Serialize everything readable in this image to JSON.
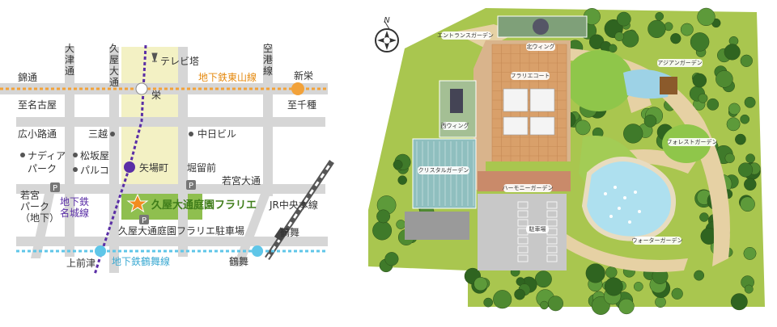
{
  "access_map": {
    "streets": {
      "otsu_dori": "大\n津\n通",
      "hisaya_odori": "久\n屋\n大\n通",
      "kuko_sen": "空\n港\n線",
      "nishiki_dori": "錦通",
      "to_nagoya": "至名古屋",
      "hirokoji_dori": "広小路通",
      "wakamiya_odori": "若宮大通",
      "to_chikusa": "至千種"
    },
    "landmarks": {
      "tv_tower": "テレビ塔",
      "mitsukoshi": "三越",
      "chunichi_bldg": "中日ビル",
      "nadia_park": "ナディア\nパーク",
      "matsuzakaya": "松坂屋",
      "parco": "パルコ",
      "wakamiya_park": "若宮\nパーク\n（地下）",
      "parking": "久屋大通庭園フラリエ駐車場",
      "destination": "久屋大通庭園フラリエ"
    },
    "stations": {
      "sakae": "栄",
      "shinsakae": "新栄",
      "yabacho": "矢場町",
      "horitomae": "堀留前",
      "kamimaezu": "上前津",
      "tsurumai_jr": "鶴舞",
      "tsurumai_sub": "鶴舞"
    },
    "lines": {
      "higashiyama": "地下鉄東山線",
      "meijo": "地下鉄\n名城線",
      "tsurumai_line": "地下鉄鶴舞線",
      "jr_chuo": "JR中央本線"
    },
    "parking_symbol": "P",
    "colors": {
      "road": "#d6d6d6",
      "higashiyama": "#f2a23a",
      "meijo": "#5a2ea6",
      "tsurumai": "#5fc6e8",
      "park_strip": "#f3f1c4",
      "destination_green": "#5a9a2c",
      "star": "#f28c1e"
    }
  },
  "garden_map": {
    "compass": "N",
    "areas": {
      "entrance_garden": "エントランスガーデン",
      "north_wing": "北ウィング",
      "asian_garden": "アジアンガーデン",
      "fraliere_court": "フラリエコート",
      "west_wing": "西ウィング",
      "forest_garden": "フォレストガーデン",
      "crystal_garden": "クリスタルガーデン",
      "harmony_garden": "ハーモニーガーデン",
      "parking_lot": "駐車場",
      "water_garden": "ウォーターガーデン"
    }
  }
}
